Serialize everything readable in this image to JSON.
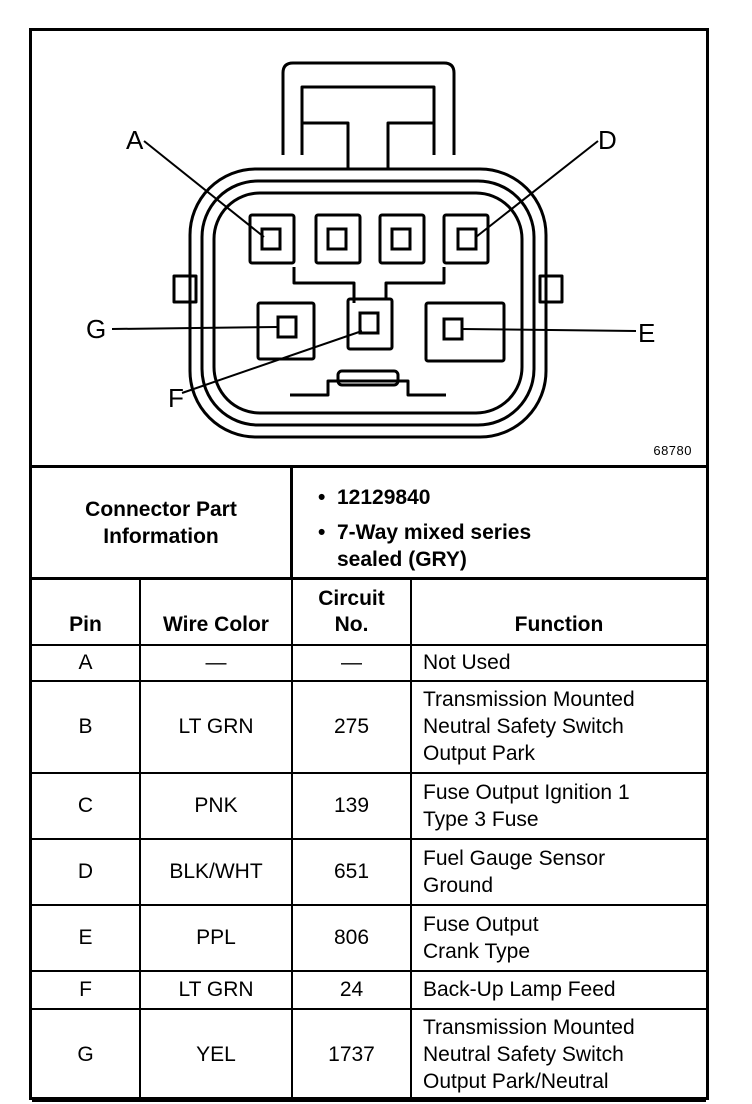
{
  "figure_id": "68780",
  "pin_labels": {
    "A": "A",
    "B": "",
    "D": "D",
    "E": "E",
    "F": "F",
    "G": "G"
  },
  "connector_info": {
    "heading": "Connector Part\nInformation",
    "bullets": [
      "12129840",
      "7-Way mixed series\nsealed (GRY)"
    ]
  },
  "table": {
    "headers": [
      "Pin",
      "Wire Color",
      "Circuit\nNo.",
      "Function"
    ],
    "rows": [
      {
        "pin": "A",
        "wire_color": "—",
        "circuit": "—",
        "function": "Not Used"
      },
      {
        "pin": "B",
        "wire_color": "LT GRN",
        "circuit": "275",
        "function": "Transmission Mounted\nNeutral Safety Switch\nOutput Park"
      },
      {
        "pin": "C",
        "wire_color": "PNK",
        "circuit": "139",
        "function": "Fuse Output Ignition 1\nType 3 Fuse"
      },
      {
        "pin": "D",
        "wire_color": "BLK/WHT",
        "circuit": "651",
        "function": "Fuel Gauge Sensor\nGround"
      },
      {
        "pin": "E",
        "wire_color": "PPL",
        "circuit": "806",
        "function": "Fuse Output\nCrank Type"
      },
      {
        "pin": "F",
        "wire_color": "LT GRN",
        "circuit": "24",
        "function": "Back-Up Lamp Feed"
      },
      {
        "pin": "G",
        "wire_color": "YEL",
        "circuit": "1737",
        "function": "Transmission Mounted\nNeutral Safety Switch\nOutput Park/Neutral"
      }
    ]
  }
}
